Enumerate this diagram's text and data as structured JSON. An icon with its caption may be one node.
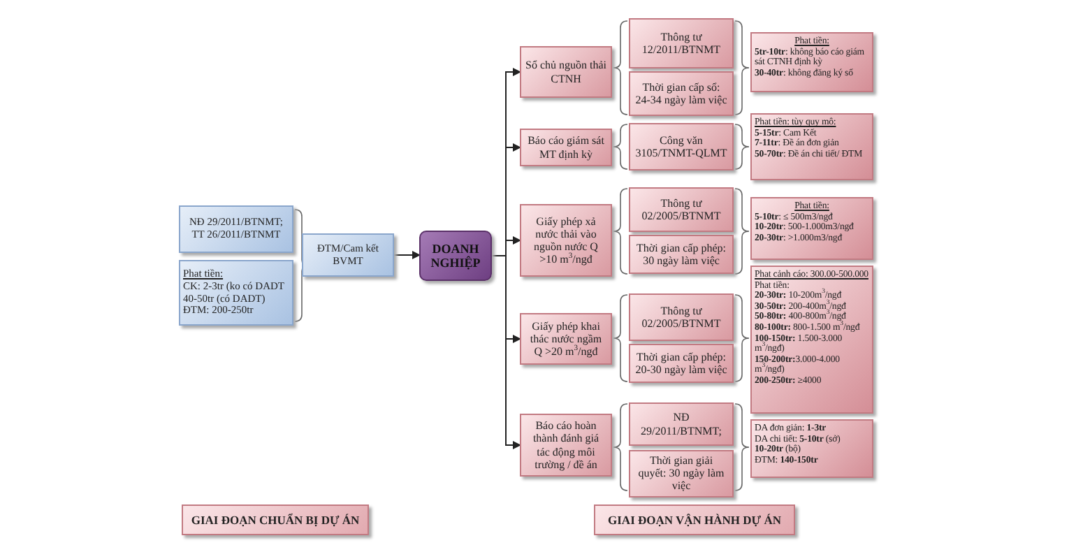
{
  "diagram": {
    "nodes": [
      {
        "text": [
          "NĐ 29/2011/BTNMT; TT 26/2011/BTNMT"
        ]
      },
      {
        "text": [
          "Phat tiền:",
          "CK: 2-3tr (ko có DADT",
          "40-50tr (có DADT)",
          "ĐTM: 200-250tr"
        ]
      },
      {
        "text": [
          "ĐTM/Cam kết BVMT"
        ]
      },
      {
        "text": [
          "DOANH NGHIỆP"
        ]
      },
      {
        "text": [
          "Sổ chủ nguồn thải CTNH"
        ]
      },
      {
        "text": [
          "Thông tư 12/2011/BTNMT"
        ]
      },
      {
        "text": [
          "Thời gian cấp sổ: 24-34 ngày làm việc"
        ]
      },
      {
        "text": [
          "Phat tiền:",
          "**5tr-10tr**: không báo cáo giám sát CTNH định kỳ",
          "**30-40tr**: không đăng ký sổ"
        ]
      },
      {
        "text": [
          "Báo cáo giám sát MT định kỳ"
        ]
      },
      {
        "text": [
          "Công văn 3105/TNMT-QLMT"
        ]
      },
      {
        "text": [
          "Phat tiền: tùy quy mô:",
          "**5-15tr**: Cam Kết",
          "**7-11tr**: Đề án đơn giản",
          "**50-70tr**: Đề án chi tiết/ ĐTM"
        ]
      },
      {
        "text": [
          "Giấy phép xả nước thải vào nguồn nước Q >10 m$^{3}$/ngđ"
        ]
      },
      {
        "text": [
          "Thông tư 02/2005/BTNMT"
        ]
      },
      {
        "text": [
          "Thời gian cấp phép: 30 ngày làm việc"
        ]
      },
      {
        "text": [
          "Phat tiền:",
          "**5-10tr**: ≤ 500m3/ngđ",
          "**10-20tr**: 500-1.000m3/ngđ",
          "**20-30tr**: >1.000m3/ngđ"
        ]
      },
      {
        "text": [
          "Giấy phép khai thác nước ngầm Q >20 m$^{3}$/ngđ"
        ]
      },
      {
        "text": [
          "Thông tư 02/2005/BTNMT"
        ]
      },
      {
        "text": [
          "Thời gian cấp phép: 20-30 ngày làm việc"
        ]
      },
      {
        "text": [
          "Phat cảnh cáo: 300.00-500.000",
          "Phat tiền:",
          "**20-30tr:** 10-200m$^{3}$/ngđ",
          "**30-50tr:** 200-400m$^{3}$/ngđ",
          "**50-80tr:** 400-800m$^{3}$/ngđ",
          "**80-100tr:** 800-1.500 m$^{3}$/ngđ",
          "**100-150tr:** 1.500-3.000 m$^{3}$/ngđ)",
          "**150-200tr:**3.000-4.000 m$^{3}$/ngđ)",
          "**200-250tr:** ≥4000"
        ]
      },
      {
        "text": [
          "Báo cáo hoàn thành đánh giá tác động môi trường / đề án"
        ]
      },
      {
        "text": [
          "NĐ 29/2011/BTNMT;"
        ]
      },
      {
        "text": [
          "Thời gian giải quyết: 30 ngày làm việc"
        ]
      },
      {
        "text": [
          "DA đơn giản: **1-3tr**",
          "DA chi tiết: **5-10tr** (sở)",
          "**10-20tr** (bộ)",
          "ĐTM: **140-150tr**"
        ]
      },
      {
        "text": [
          "GIAI ĐOẠN CHUẨN BỊ DỰ ÁN"
        ]
      },
      {
        "text": [
          "GIAI ĐOẠN VẬN HÀNH DỰ ÁN"
        ]
      }
    ],
    "edges": [
      {
        "from": 2,
        "to": 3,
        "arrow": "to"
      },
      {
        "from": 3,
        "to": 4,
        "arrow": "to"
      },
      {
        "from": 3,
        "to": 8,
        "arrow": "to"
      },
      {
        "from": 3,
        "to": 11,
        "arrow": "to"
      },
      {
        "from": 3,
        "to": 15,
        "arrow": "to"
      },
      {
        "from": 3,
        "to": 19,
        "arrow": "to"
      }
    ]
  }
}
